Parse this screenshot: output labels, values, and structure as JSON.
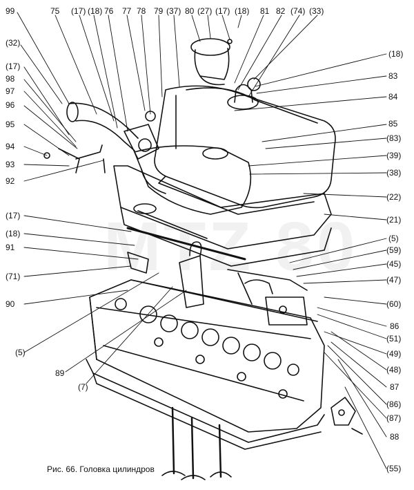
{
  "caption": "Рис. 66. Головка цилиндров",
  "watermark": "MTZ 80",
  "labels": {
    "l99": "99",
    "l75": "75",
    "l17a": "(17)",
    "l18a": "(18)",
    "l76": "76",
    "l77": "77",
    "l78": "78",
    "l79": "79",
    "l37": "(37)",
    "l80": "80",
    "l27": "(27)",
    "l17b": "(17)",
    "l18b": "(18)",
    "l81": "81",
    "l82": "82",
    "l74": "(74)",
    "l33": "(33)",
    "l32": "(32)",
    "l17c": "(17)",
    "l98": "98",
    "l97": "97",
    "l96": "96",
    "l95": "95",
    "l94": "94",
    "l93": "93",
    "l92": "92",
    "l17d": "(17)",
    "l18c": "(18)",
    "l91": "91",
    "l71": "(71)",
    "l90": "90",
    "l5a": "(5)",
    "l89": "89",
    "l7": "(7)",
    "l18r": "(18)",
    "l83": "83",
    "l84": "84",
    "l85": "85",
    "l83b": "(83)",
    "l39": "(39)",
    "l38": "(38)",
    "l22": "(22)",
    "l21": "(21)",
    "l5b": "(5)",
    "l59": "(59)",
    "l45": "(45)",
    "l47": "(47)",
    "l60": "(60)",
    "l86": "86",
    "l51": "(51)",
    "l49": "(49)",
    "l48": "(48)",
    "l87": "87",
    "l86b": "(86)",
    "l87b": "(87)",
    "l88": "88",
    "l55": "(55)"
  }
}
